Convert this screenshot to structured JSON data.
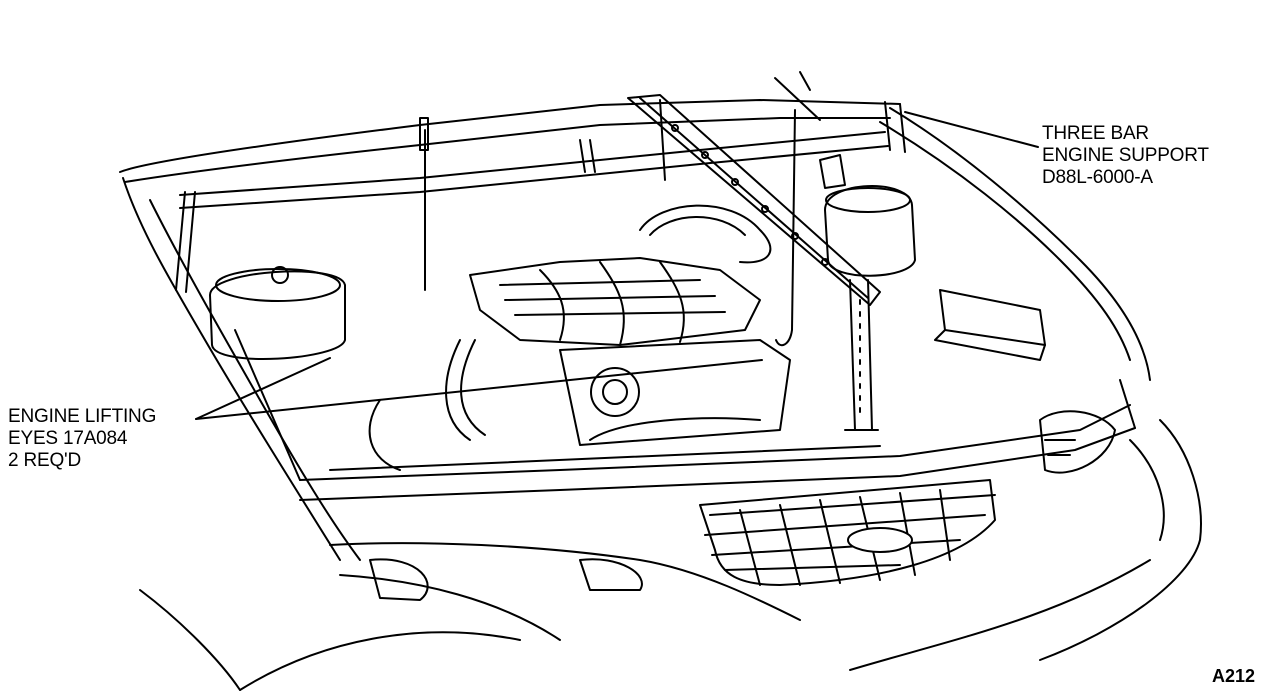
{
  "callouts": {
    "support": [
      "THREE BAR",
      "ENGINE SUPPORT",
      "D88L-6000-A"
    ],
    "eyes": [
      "ENGINE LIFTING",
      "EYES 17A084",
      "2 REQ'D"
    ]
  },
  "figure_code": "A212"
}
